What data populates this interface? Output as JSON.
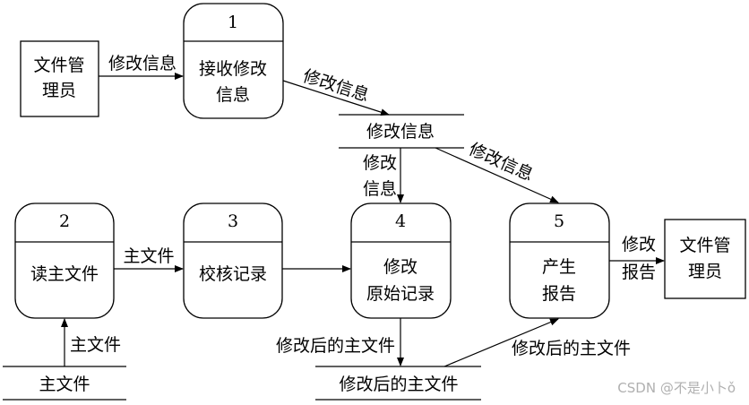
{
  "external_entities": {
    "left": [
      "文件管",
      "理员"
    ],
    "right": [
      "文件管",
      "理员"
    ]
  },
  "processes": [
    {
      "number": "1",
      "lines": [
        "接收修改",
        "信息"
      ]
    },
    {
      "number": "2",
      "lines": [
        "读主文件"
      ]
    },
    {
      "number": "3",
      "lines": [
        "校核记录"
      ]
    },
    {
      "number": "4",
      "lines": [
        "修改",
        "原始记录"
      ]
    },
    {
      "number": "5",
      "lines": [
        "产生",
        "报告"
      ]
    }
  ],
  "data_stores": {
    "modify_info": "修改信息",
    "master_file": "主文件",
    "modified_master_file": "修改后的主文件"
  },
  "flows": {
    "entity_to_p1": "修改信息",
    "p1_to_store": "修改信息",
    "store_to_p4": [
      "修改",
      "信息"
    ],
    "store_to_p5": "修改信息",
    "store_to_p2": "主文件",
    "p2_to_p3": "主文件",
    "p4_to_store": "修改后的主文件",
    "store_to_p5_bottom": "修改后的主文件",
    "p5_to_entity": [
      "修改",
      "报告"
    ]
  },
  "watermark": "CSDN @不是小卜ǒ"
}
